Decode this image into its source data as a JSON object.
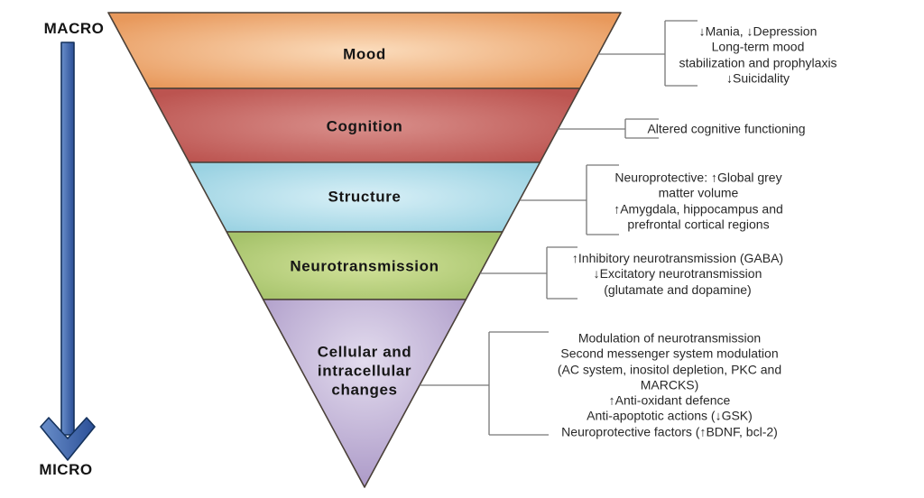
{
  "figure": {
    "background": "#ffffff",
    "line_color": "#777777",
    "outline_color": "#4a4038"
  },
  "left_axis": {
    "macro_label": "MACRO",
    "micro_label": "MICRO",
    "arrow_color_light": "#6a8fca",
    "arrow_color_dark": "#2b4f97",
    "arrow_outline": "#15325c"
  },
  "pyramid": {
    "levels": [
      {
        "label": "Mood",
        "color_center": "#fbdcbc",
        "color_edge": "#e8995c"
      },
      {
        "label": "Cognition",
        "color_center": "#d9908c",
        "color_edge": "#bc5450"
      },
      {
        "label": "Structure",
        "color_center": "#d9f0f7",
        "color_edge": "#9ad2e2"
      },
      {
        "label": "Neurotransmission",
        "color_center": "#d2e29a",
        "color_edge": "#a6c36b"
      },
      {
        "label": "Cellular and\nintracellular\nchanges",
        "color_center": "#e3dcee",
        "color_edge": "#a895c5"
      }
    ]
  },
  "annotations": [
    {
      "for_level": "Mood",
      "text": "↓Mania, ↓Depression\nLong-term mood\nstabilization and prophylaxis\n↓Suicidality"
    },
    {
      "for_level": "Cognition",
      "text": "Altered cognitive functioning"
    },
    {
      "for_level": "Structure",
      "text": "Neuroprotective: ↑Global grey\nmatter volume\n↑Amygdala, hippocampus and\nprefrontal cortical regions"
    },
    {
      "for_level": "Neurotransmission",
      "text": "↑Inhibitory neurotransmission (GABA)\n↓Excitatory neurotransmission\n(glutamate and dopamine)"
    },
    {
      "for_level": "Cellular and intracellular changes",
      "text": "Modulation of neurotransmission\nSecond messenger system modulation\n(AC system, inositol depletion, PKC and MARCKS)\n↑Anti-oxidant defence\nAnti-apoptotic actions (↓GSK)\nNeuroprotective factors (↑BDNF, bcl-2)"
    }
  ]
}
